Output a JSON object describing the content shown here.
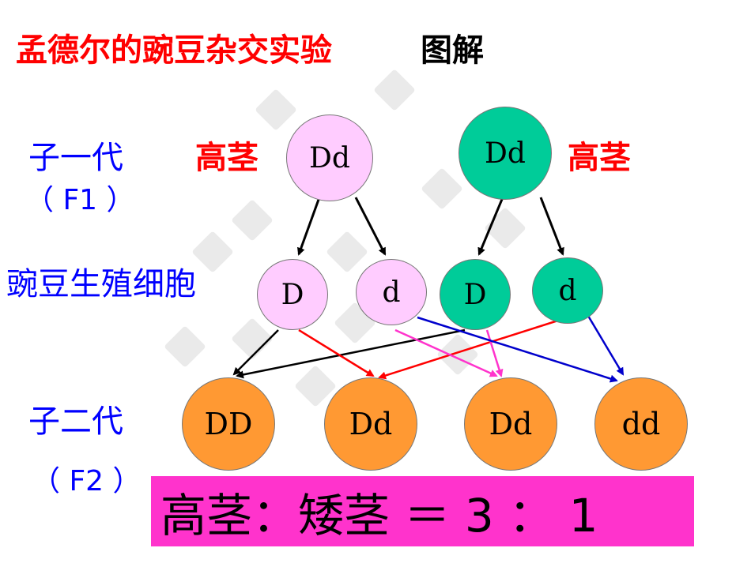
{
  "title": {
    "main": "孟德尔的豌豆杂交实验",
    "sub": "图解"
  },
  "rows": {
    "f1_label": "子一代",
    "f1_sub": "（ F1 ）",
    "gamete_label": "豌豆生殖细胞",
    "f2_label": "子二代",
    "f2_sub": "（ F2 ）"
  },
  "parents": [
    {
      "genotype": "Dd",
      "phenotype": "高茎",
      "color": "#ffccff"
    },
    {
      "genotype": "Dd",
      "phenotype": "高茎",
      "color": "#00cc99"
    }
  ],
  "gametes": [
    {
      "allele": "D",
      "color": "#ffccff"
    },
    {
      "allele": "d",
      "color": "#ffccff"
    },
    {
      "allele": "D",
      "color": "#00cc99"
    },
    {
      "allele": "d",
      "color": "#00cc99"
    }
  ],
  "offspring": [
    {
      "genotype": "DD",
      "color": "#ff9933"
    },
    {
      "genotype": "Dd",
      "color": "#ff9933"
    },
    {
      "genotype": "Dd",
      "color": "#ff9933"
    },
    {
      "genotype": "dd",
      "color": "#ff9933"
    }
  ],
  "ratio": "高茎：矮茎 ＝ 3 ： 1",
  "colors": {
    "title": "#ff0000",
    "row_labels": "#0000ff",
    "arrow_black": "#000000",
    "arrow_red": "#ff0000",
    "arrow_pink": "#ff33cc",
    "arrow_blue": "#0000cc",
    "ratio_box": "#ff33cc"
  }
}
